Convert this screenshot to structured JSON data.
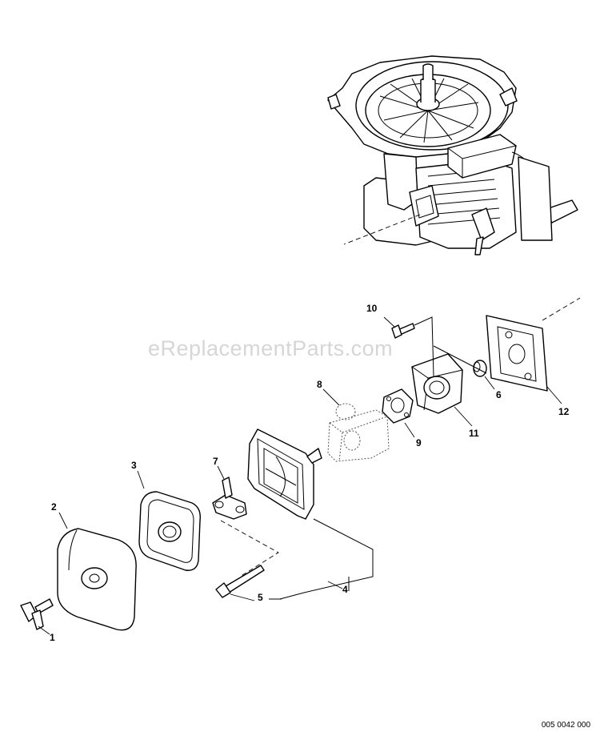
{
  "watermark": "eReplacementParts.com",
  "drawing_code": "005 0042 000",
  "callouts": [
    {
      "id": "1",
      "label": "1"
    },
    {
      "id": "2",
      "label": "2"
    },
    {
      "id": "3",
      "label": "3"
    },
    {
      "id": "4",
      "label": "4"
    },
    {
      "id": "5",
      "label": "5"
    },
    {
      "id": "6",
      "label": "6"
    },
    {
      "id": "7",
      "label": "7"
    },
    {
      "id": "8",
      "label": "8"
    },
    {
      "id": "9",
      "label": "9"
    },
    {
      "id": "10",
      "label": "10"
    },
    {
      "id": "11",
      "label": "11"
    },
    {
      "id": "12",
      "label": "12"
    }
  ]
}
